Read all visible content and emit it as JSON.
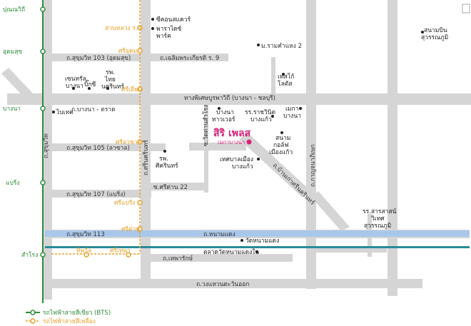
{
  "map": {
    "project": {
      "name": "สิริ เพลส",
      "subtitle": "เมกาบางนา"
    },
    "roads": {
      "bangna_trad": "ถ.บางนา - ตราด",
      "expressway": "ทางพิเศษบูรพาวิถี (บางนา - ชลบุรี)",
      "sukhumvit": "ถ.สุขุมวิท",
      "sukhumvit_103": "ถ.สุขุมวิท 103 (อุดมสุข)",
      "chaloem": "ถ.เฉลิมพระเกียรติ ร. 9",
      "sukhumvit_105": "ถ.สุขุมวิท 105 (ลาซาล)",
      "sukhumvit_107": "ถ.สุขุมวิท 107 (แบริ่ง)",
      "sukhumvit_113": "ถ.สุขุมวิท 113",
      "srinakarin": "ถ.ศรีนครินทร์",
      "srinakarin_vert": "ถ.ศรีนครินทร์",
      "soi_sridan22": "ซ.ศรีด่าน 22",
      "wat_dan_samrong": "ซ.วัดด่านสำโรง",
      "kanchanaphisek": "ถ.กาญจนาภิเษก",
      "thepharak": "ถ.เทพารักษ์",
      "nam_daeng": "ถ.หนามแดง",
      "ring": "ถ.วงแหวนตะวันออก",
      "ma_ram": "ม.รามคำแหง 2",
      "wat_bang_kaeo": "ถ.บ้านเก่าศรีนครินทร์"
    },
    "pois": {
      "seacon": "ซีคอนสแควร์",
      "paradise": "พาราไดซ์\nพาร์ค",
      "central": "เซนทรัล\nบางนา",
      "bigc": "บิ๊กซี",
      "thai_hospital": "รพ.\nไทย\nนครินทร์",
      "bitec": "ไบเทค",
      "bangna_tower": "บางนา\nทาวเวอร์",
      "rajavinit": "รร.ราชวินิต\nบางแก้ว",
      "mega": "เมกา\nบางนา",
      "decorating": "เทสโก้\nโลตัส",
      "golf": "สนาม\nกอล์ฟ\nเมืองแก้ว",
      "srikarin_hospital": "รพ.\nศิครินทร์",
      "tesco_bangkaeo": "เทศบาลเมือง\nบางแก้ว",
      "wat_nam_daeng": "วัดหนามแดง",
      "market": "ตลาดวัดหนามแดงใน",
      "assumption": "รร.สารสาสน์\nวิเทศ\nสุวรรณภูมิ",
      "airport": "สนามบิน\nสุวรรณภูมิ"
    },
    "bts_stations": [
      "ปุณณวิถี",
      "อุดมสุข",
      "บางนา",
      "แบริ่ง",
      "สำโรง"
    ],
    "yellow_stations": [
      "สวนหลวง ร.9",
      "ศรีอุดม",
      "ศรีเอี่ยม",
      "ศรีลาซาล",
      "ศรีแบริ่ง",
      "ศรีด่าน",
      "ทิพวัล",
      "ศรีเทพา"
    ],
    "legend": {
      "bts": "รถไฟฟ้าสายสีเขียว (BTS)",
      "yellow": "รถไฟฟ้าสายสีเหลือง"
    },
    "colors": {
      "road": "#d5d5d5",
      "green_line": "#2e8b3c",
      "yellow_line": "#e8a027",
      "teal_line": "#2a8a99",
      "blue_road": "#a9c7ea",
      "project": "#d4237a"
    }
  }
}
